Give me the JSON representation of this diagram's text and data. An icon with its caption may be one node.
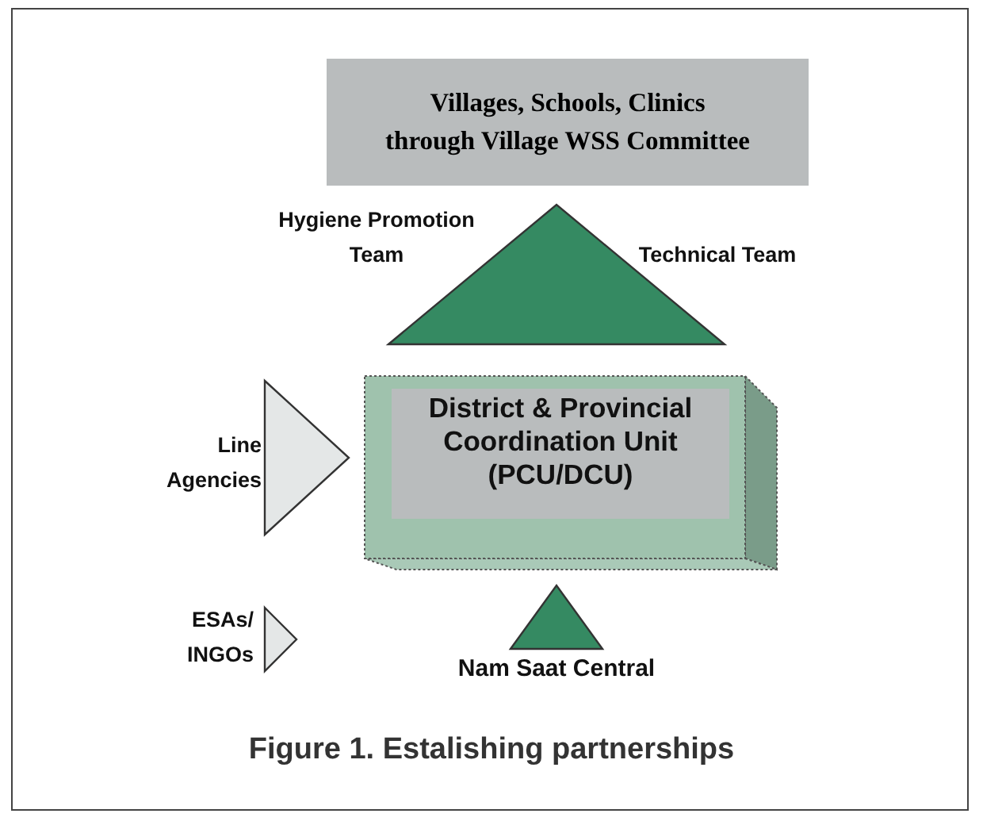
{
  "diagram": {
    "caption": "Figure 1. Estalishing partnerships",
    "nodes": [
      {
        "text": [
          "Villages, Schools, Clinics through Village WSS Committee"
        ]
      },
      {
        "text": [
          "District & Provincial Coordination Unit (PCU/DCU)"
        ]
      },
      {
        "text": [],
        "shape": "triangle",
        "beside": [
          "Hygiene Promotion Team",
          "Technical Team"
        ]
      },
      {
        "text": [],
        "shape": "triangle",
        "beside": [
          "Line Agencies"
        ]
      },
      {
        "text": [],
        "shape": "triangle",
        "beside": [
          "ESAs/ INGOs"
        ]
      },
      {
        "text": [],
        "shape": "triangle",
        "beside": [
          "Nam Saat Central"
        ]
      }
    ]
  }
}
